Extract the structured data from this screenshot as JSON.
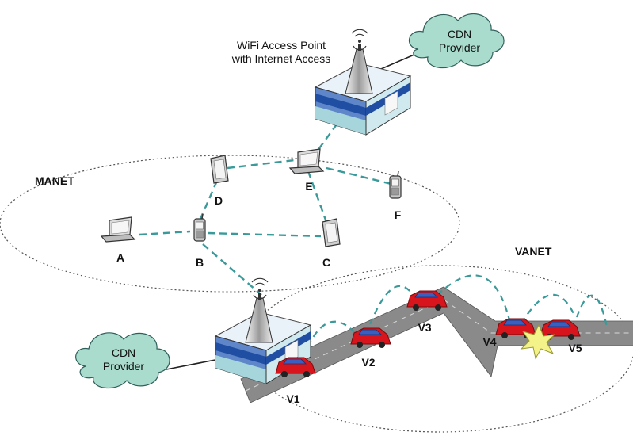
{
  "clouds": {
    "top": "CDN\nProvider",
    "bottom": "CDN\nProvider"
  },
  "access_point": {
    "label_line1": "WiFi Access Point",
    "label_line2": "with Internet Access"
  },
  "networks": {
    "manet": "MANET",
    "vanet": "VANET"
  },
  "nodes": {
    "A": "A",
    "B": "B",
    "C": "C",
    "D": "D",
    "E": "E",
    "F": "F"
  },
  "vehicles": {
    "V1": "V1",
    "V2": "V2",
    "V3": "V3",
    "V4": "V4",
    "V5": "V5"
  },
  "colors": {
    "link": "#3a9a9a",
    "cloud": "#a9dccc",
    "road": "#8a8a8a",
    "car": "#d8141c",
    "building_blue": "#1f4ea3",
    "building_top": "#e8f2f8"
  }
}
